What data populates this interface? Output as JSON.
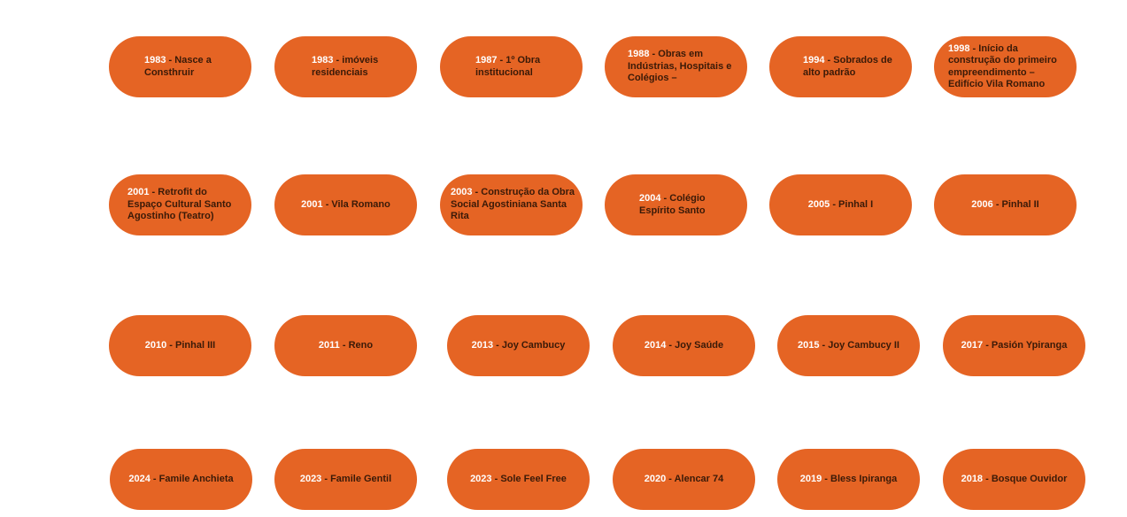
{
  "colors": {
    "pill": "#e56424",
    "year": "#ffffff",
    "text": "#3a1a08",
    "background": "#ffffff"
  },
  "timeline": [
    {
      "year": "1983",
      "text": " - Nasce a Consthruir"
    },
    {
      "year": "1983",
      "text": "  - imóveis residenciais"
    },
    {
      "year": "1987",
      "text": "  - 1º Obra institucional"
    },
    {
      "year": "1988",
      "text": "  - Obras em Indústrias, Hospitais e Colégios –"
    },
    {
      "year": "1994",
      "text": "  - Sobrados de alto padrão"
    },
    {
      "year": "1998",
      "text": " - Início da construção do primeiro empreendimento – Edifício Vila Romano"
    },
    {
      "year": "2001",
      "text": "  - Retrofit do Espaço Cultural Santo Agostinho (Teatro)"
    },
    {
      "year": "2001",
      "text": " - Vila Romano"
    },
    {
      "year": "2003",
      "text": "  - Construção da Obra Social Agostiniana Santa Rita"
    },
    {
      "year": "2004",
      "text": "  - Colégio Espírito Santo"
    },
    {
      "year": "2005",
      "text": " - Pinhal I"
    },
    {
      "year": "2006",
      "text": " - Pinhal II"
    },
    {
      "year": "2010",
      "text": " - Pinhal III"
    },
    {
      "year": "2011",
      "text": "  - Reno"
    },
    {
      "year": "2013",
      "text": "  - Joy Cambucy"
    },
    {
      "year": "2014",
      "text": " - Joy Saúde"
    },
    {
      "year": "2015",
      "text": " - Joy Cambucy II"
    },
    {
      "year": "2017",
      "text": " - Pasión Ypiranga"
    },
    {
      "year": "2024",
      "text": " - Famile Anchieta"
    },
    {
      "year": "2023",
      "text": " - Famile Gentil"
    },
    {
      "year": "2023",
      "text": " - Sole Feel Free"
    },
    {
      "year": "2020",
      "text": " - Alencar 74"
    },
    {
      "year": "2019",
      "text": " - Bless Ipiranga"
    },
    {
      "year": "2018",
      "text": " - Bosque Ouvidor"
    }
  ]
}
